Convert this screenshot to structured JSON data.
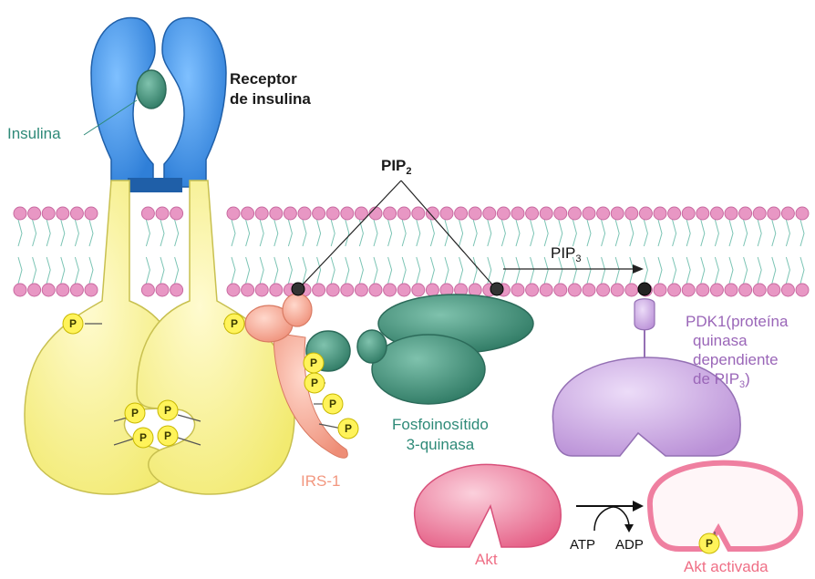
{
  "labels": {
    "receptor": [
      "Receptor",
      "de insulina"
    ],
    "insulina": "Insulina",
    "pip2": "PIP",
    "pip2_sub": "2",
    "pip3": "PIP",
    "pip3_sub": "3",
    "pdk1": [
      "PDK1(proteína",
      "quinasa",
      "dependiente",
      "de PIP"
    ],
    "pdk1_sub": "3",
    "pdk1_close": ")",
    "pi3k": [
      "Fosfoinosítido",
      "3-quinasa"
    ],
    "irs1": "IRS-1",
    "akt": "Akt",
    "atp": "ATP",
    "adp": "ADP",
    "akt_activada": "Akt activada",
    "phosphate": "P"
  },
  "colors": {
    "receptor_blue": "#3d8fe0",
    "insulin_green": "#4f9e8a",
    "receptor_yellow": "#fbf58f",
    "membrane_pink": "#e88fc0",
    "pi3k_green": "#3f8f78",
    "pdk1_violet": "#c7a2e2",
    "akt_pink": "#ef7fa0",
    "irs1_salmon": "#f4a08a",
    "phosphate_yellow": "#fff35a"
  }
}
